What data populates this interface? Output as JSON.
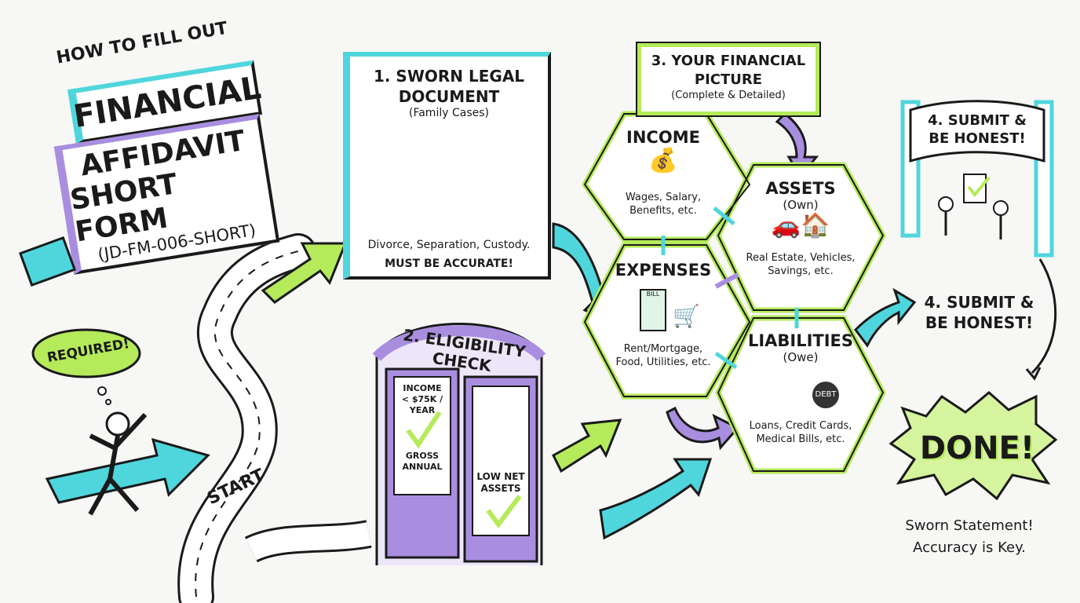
{
  "title": {
    "line1": "HOW TO FILL OUT",
    "line2": "FINANCIAL",
    "line3": "AFFIDAVIT",
    "line4": "SHORT FORM",
    "line5": "(JD-FM-006-SHORT)"
  },
  "required_badge": "REQUIRED!",
  "road_label": "START",
  "step1": {
    "title": "1. SWORN LEGAL DOCUMENT",
    "subtitle": "(Family Cases)",
    "desc1": "Divorce, Separation, Custody.",
    "desc2": "MUST BE ACCURATE!"
  },
  "step2": {
    "title": "2. ELIGIBILITY CHECK",
    "left_panel": {
      "line1": "INCOME",
      "line2": "< $75K /",
      "line3": "YEAR",
      "line4": "GROSS",
      "line5": "ANNUAL"
    },
    "right_panel": {
      "line1": "LOW NET",
      "line2": "ASSETS"
    }
  },
  "step3": {
    "title": "3. YOUR FINANCIAL PICTURE",
    "subtitle": "(Complete & Detailed)",
    "hexagons": [
      {
        "title": "INCOME",
        "sub": "",
        "desc1": "Wages, Salary,",
        "desc2": "Benefits, etc."
      },
      {
        "title": "ASSETS",
        "sub": "(Own)",
        "desc1": "Real Estate, Vehicles,",
        "desc2": "Savings, etc."
      },
      {
        "title": "EXPENSES",
        "sub": "",
        "desc1": "Rent/Mortgage,",
        "desc2": "Food, Utilities, etc."
      },
      {
        "title": "LIABILITIES",
        "sub": "(Owe)",
        "desc1": "Loans, Credit Cards,",
        "desc2": "Medical Bills, etc."
      }
    ],
    "bill_label": "BILL",
    "debt_label": "DEBT"
  },
  "step4": {
    "gate_line1": "4. SUBMIT &",
    "gate_line2": "BE HONEST!",
    "label_line1": "4. SUBMIT &",
    "label_line2": "BE HONEST!"
  },
  "done": {
    "label": "DONE!",
    "note1": "Sworn Statement!",
    "note2": "Accuracy is Key."
  },
  "colors": {
    "teal": "#4fd6dc",
    "purple": "#a98ee0",
    "green": "#b5ea5a",
    "ink": "#1a1a1a"
  }
}
